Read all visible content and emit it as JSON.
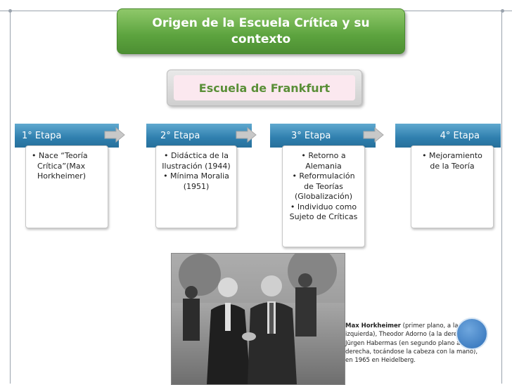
{
  "title": "Origen de la Escuela Crítica y su contexto",
  "subtitle": "Escuela de Frankfurt",
  "stages": [
    {
      "label": "1° Etapa",
      "items": [
        "• Nace “Teoría Crítica”(Max Horkheimer)"
      ]
    },
    {
      "label": "2° Etapa",
      "items": [
        "• Didáctica de la Ilustración (1944)",
        "• Mínima Moralia (1951)"
      ]
    },
    {
      "label": "3° Etapa",
      "items": [
        "• Retorno a Alemania",
        "• Reformulación de Teorías (Globalización)",
        "• Individuo como Sujeto de Críticas"
      ]
    },
    {
      "label": "4° Etapa",
      "items": [
        "• Mejoramiento de la Teoría"
      ]
    }
  ],
  "caption": {
    "name": "Max Horkheimer",
    "text": " (primer plano, a la izquierda), Theodor Adorno (a la derecha) y Jürgen Habermas (en segundo plano a la derecha, tocándose la cabeza con la mano), en 1965 en Heidelberg."
  },
  "colors": {
    "green": "#5ca33e",
    "blue": "#2f7fae",
    "pink": "#fbe8ef"
  }
}
